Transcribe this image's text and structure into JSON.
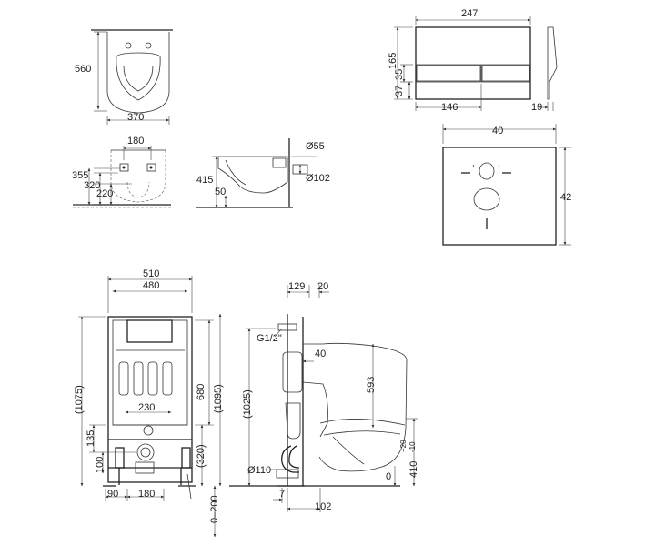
{
  "dimensions": {
    "bowl_top_length": "560",
    "bowl_top_width": "370",
    "bowl_side_height": "415",
    "bowl_side_low": "50",
    "bowl_outlet": "Ø102",
    "bowl_inlet": "Ø55",
    "bowl_front_width": "180",
    "bowl_front_h1": "355",
    "bowl_front_h2": "320",
    "bowl_front_h3": "220",
    "plate_width": "247",
    "plate_height": "165",
    "plate_h37": "37",
    "plate_h35": "35",
    "plate_146": "146",
    "plate_depth": "19",
    "pad_width": "40",
    "pad_height": "42",
    "frame_outer": "510",
    "frame_inner": "480",
    "frame_1075": "(1075)",
    "frame_680": "680",
    "frame_1095": "(1095)",
    "frame_230": "230",
    "frame_135": "135",
    "frame_100": "100",
    "frame_320": "(320)",
    "frame_90": "90",
    "frame_180": "180",
    "frame_adjust": "0–200",
    "side_129": "129",
    "side_20": "20",
    "side_g12": "G1/2\"",
    "side_40": "40",
    "side_1025": "(1025)",
    "side_593": "593",
    "side_d110": "Ø110",
    "side_7": "7",
    "side_102": "102",
    "side_410": "410",
    "side_410_tol_plus": "+20",
    "side_410_tol_minus": "-10",
    "side_zero": "0"
  }
}
